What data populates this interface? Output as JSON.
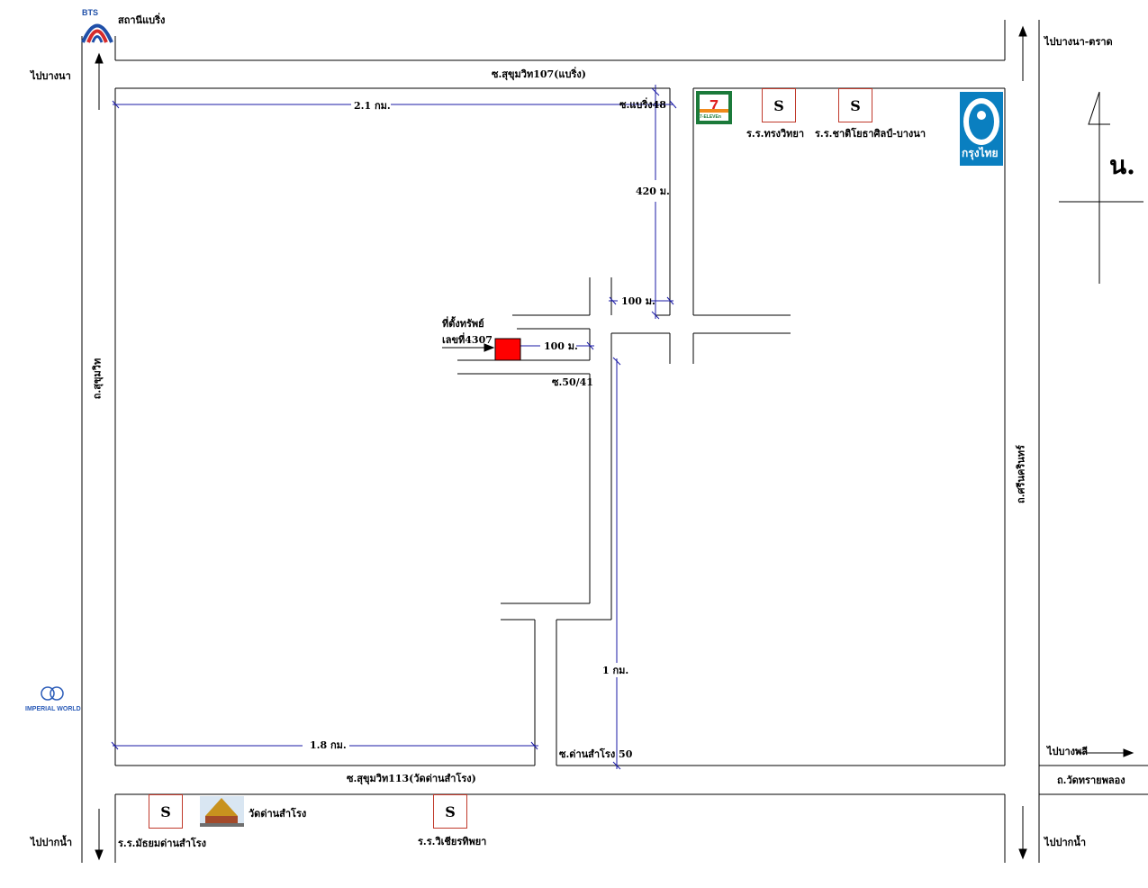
{
  "bts": {
    "logo_text": "BTS",
    "station": "สถานีแบริ่ง"
  },
  "directions": {
    "to_bangna_left": "ไปบางนา",
    "to_paknam_left": "ไปปากน้ำ",
    "to_bangna_trat": "ไปบางนา-ตราด",
    "to_bangphli": "ไปบางพลี",
    "to_paknam_right": "ไปปากน้ำ",
    "wat_road": "ถ.วัดทรายพลอง"
  },
  "roads": {
    "sukhumvit": "ถ.สุขุมวิท",
    "sukhumvit_107": "ซ.สุขุมวิท107(แบริ่ง)",
    "sukhumvit_113": "ซ.สุขุมวิท113(วัดด่านสำโรง)",
    "srinakarin": "ถ.ศรีนครินทร์",
    "bearing_48": "ซ.แบริ่ง48",
    "soi_50_41": "ซ.50/41",
    "soi_danstrong_50": "ซ.ด่านสำโรง 50"
  },
  "distances": {
    "d_2_1km": "2.1 กม.",
    "d_420m": "420 ม.",
    "d_100m_top": "100 ม.",
    "d_100m_mid": "100 ม.",
    "d_1km": "1 กม.",
    "d_1_8km": "1.8 กม."
  },
  "target": {
    "line1": "ที่ตั้งทรัพย์",
    "line2": "เลขที่4307",
    "color": "#ff0000"
  },
  "landmarks": {
    "school_1": "ร.ร.ทรงวิทยา",
    "school_2": "ร.ร.ชาติโยธาศิลป์-บางนา",
    "school_3": "ร.ร.มัธยมด่านสำโรง",
    "school_4": "ร.ร.วิเชียรทิพยา",
    "temple": "วัดด่านสำโรง",
    "school_letter": "S",
    "bank_text": "กรุงไทย",
    "seven_eleven": "7-ELEVEn",
    "imperial_world": "IMPERIAL WORLD"
  },
  "north": {
    "label": "น."
  },
  "colors": {
    "road_line": "#000000",
    "measure_line": "#1a1aa6",
    "school_border": "#c0392b",
    "bank_blue": "#0a7fc0"
  }
}
